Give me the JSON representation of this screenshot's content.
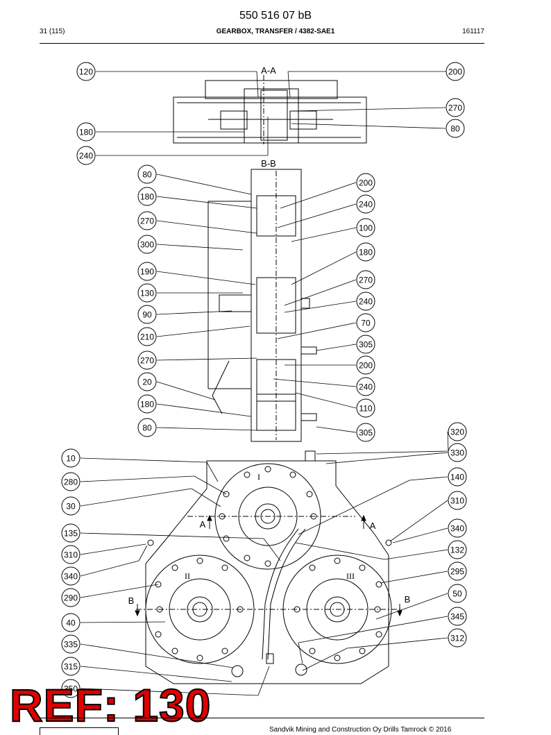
{
  "header": {
    "doc_number": "550 516 07 bB",
    "page": "31 (115)",
    "section_title": "GEARBOX, TRANSFER / 4382-SAE1",
    "date_code": "161117"
  },
  "views": {
    "section_aa": "A-A",
    "section_bb": "B-B",
    "arrow_a": "A",
    "arrow_b": "B",
    "roman_1": "I",
    "roman_2": "II",
    "roman_3": "III"
  },
  "callouts": {
    "aa": [
      "120",
      "200",
      "270",
      "80",
      "180",
      "240"
    ],
    "bb_left": [
      "80",
      "180",
      "270",
      "300",
      "190",
      "130",
      "90",
      "210",
      "270",
      "20",
      "180",
      "80"
    ],
    "bb_right": [
      "200",
      "240",
      "100",
      "180",
      "270",
      "240",
      "70",
      "305",
      "200",
      "240",
      "110",
      "305"
    ],
    "main_left": [
      "10",
      "280",
      "30",
      "135",
      "310",
      "340",
      "290",
      "40",
      "335",
      "315",
      "350"
    ],
    "main_right": [
      "320",
      "330",
      "140",
      "310",
      "340",
      "132",
      "295",
      "50",
      "345",
      "312"
    ]
  },
  "stamp": "REF: 130",
  "footer": {
    "copyright": "Sandvik Mining and Construction Oy Drills Tamrock © 2016"
  },
  "colors": {
    "stamp_fill": "#e00000",
    "line": "#000000"
  }
}
